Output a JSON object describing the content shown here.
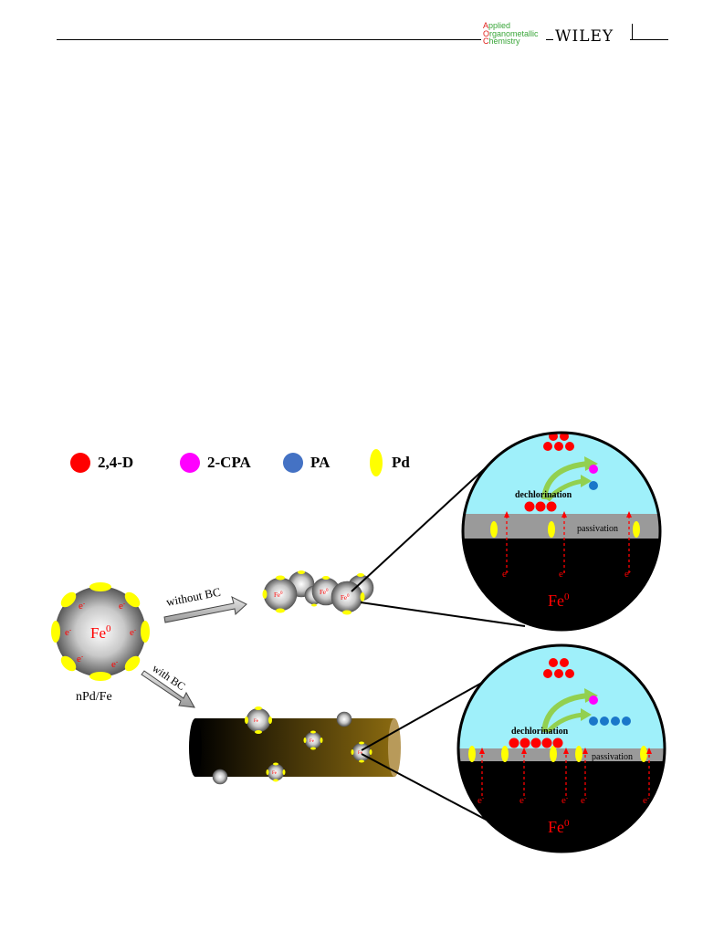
{
  "header": {
    "journal_line1": "Applied",
    "journal_line2": "Organometallic",
    "journal_line3": "Chemistry",
    "journal_cap1": "A",
    "journal_rest1": "pplied",
    "journal_cap2": "O",
    "journal_rest2": "rganometallic",
    "journal_cap3": "C",
    "journal_rest3": "hemistry",
    "publisher": "WILEY"
  },
  "legend": [
    {
      "label": "2,4-D",
      "color": "#ff0000"
    },
    {
      "label": "2-CPA",
      "color": "#ff00ff"
    },
    {
      "label": "PA",
      "color": "#4472c4"
    },
    {
      "label": "Pd",
      "color": "#ffff00"
    }
  ],
  "figure": {
    "particle_label": "Fe",
    "particle_sup": "0",
    "electron": "e",
    "electron_sup": "-",
    "particle_caption": "nPd/Fe",
    "arrow_without": "without BC",
    "arrow_with": "with BC",
    "dechlorination": "dechlorination",
    "passivation": "passivation",
    "core_label": "Fe",
    "core_sup": "0"
  },
  "colors": {
    "red": "#ff0000",
    "magenta": "#ff00ff",
    "blue": "#4472c4",
    "yellow": "#ffff00",
    "water": "#9ff0fa",
    "passivation": "#9a9a9a",
    "green_arrow": "#92d050"
  }
}
